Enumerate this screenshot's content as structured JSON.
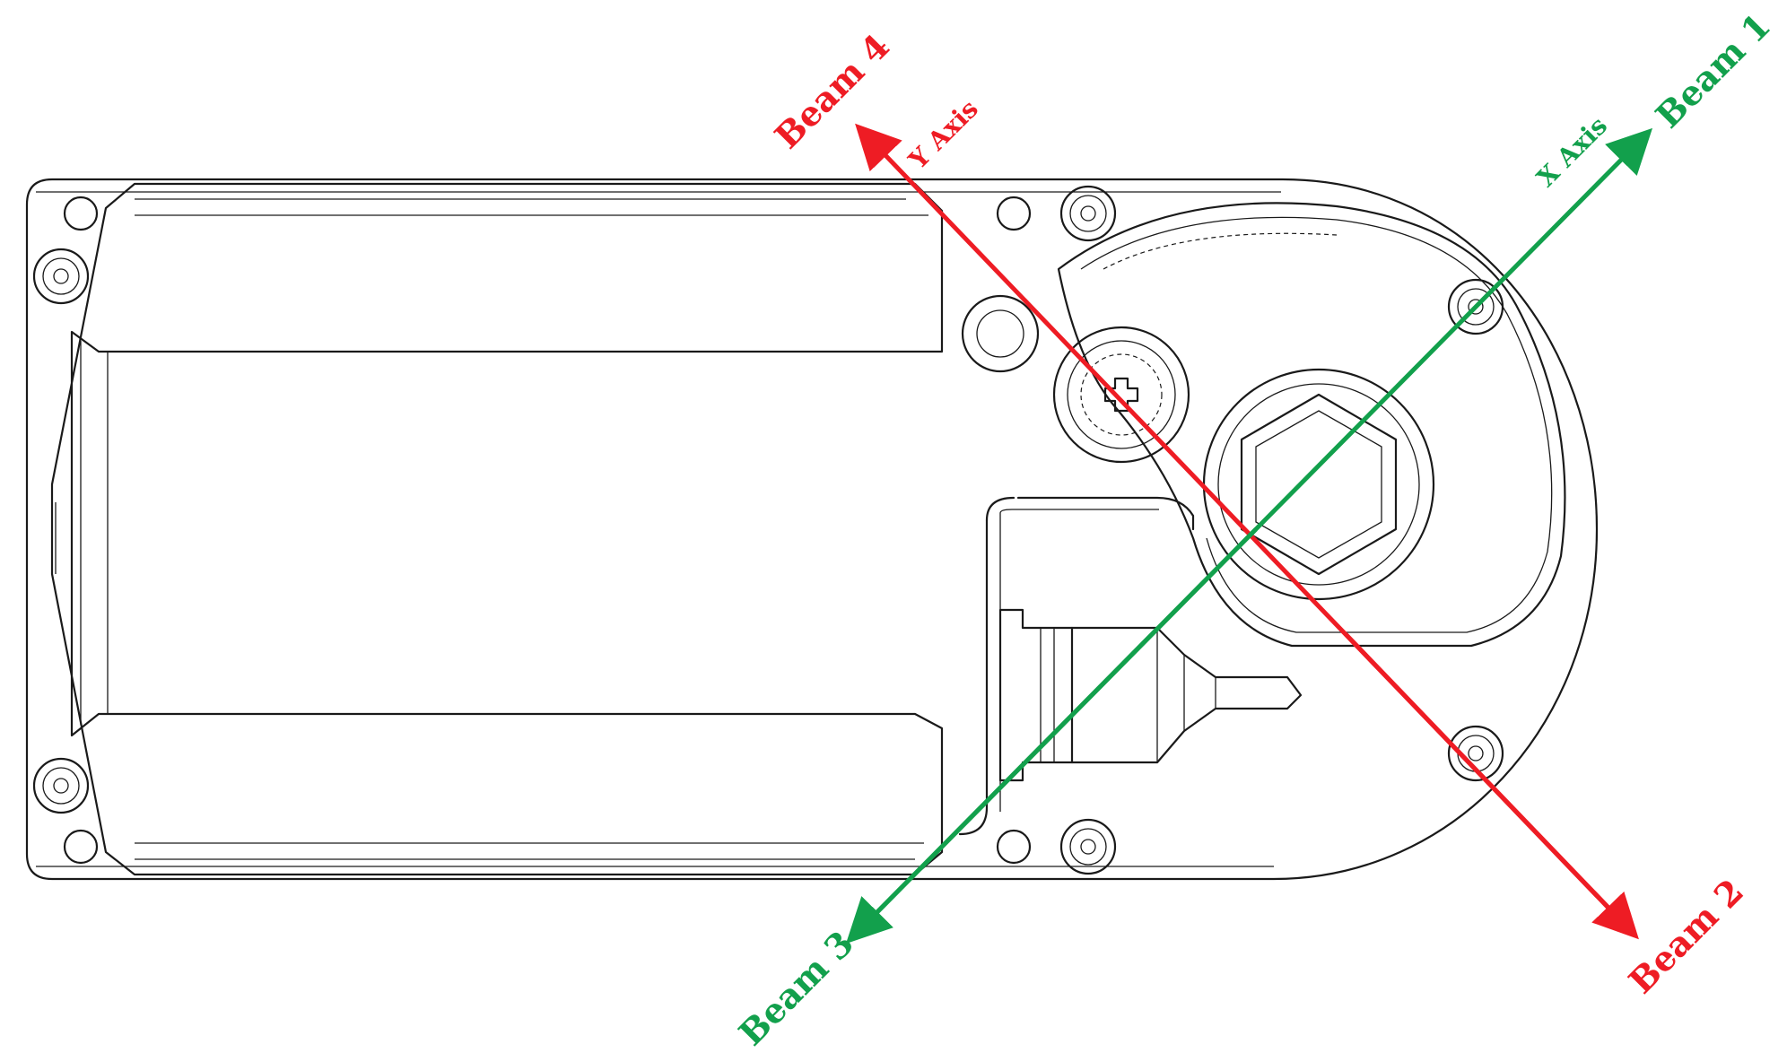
{
  "colors": {
    "beam_red": "#ee1c24",
    "beam_green": "#12a04c",
    "outline": "#1a1a1a"
  },
  "labels": {
    "beam1": "Beam 1",
    "beam2": "Beam 2",
    "beam3": "Beam 3",
    "beam4": "Beam 4",
    "x_axis": "X Axis",
    "y_axis": "Y Axis"
  }
}
